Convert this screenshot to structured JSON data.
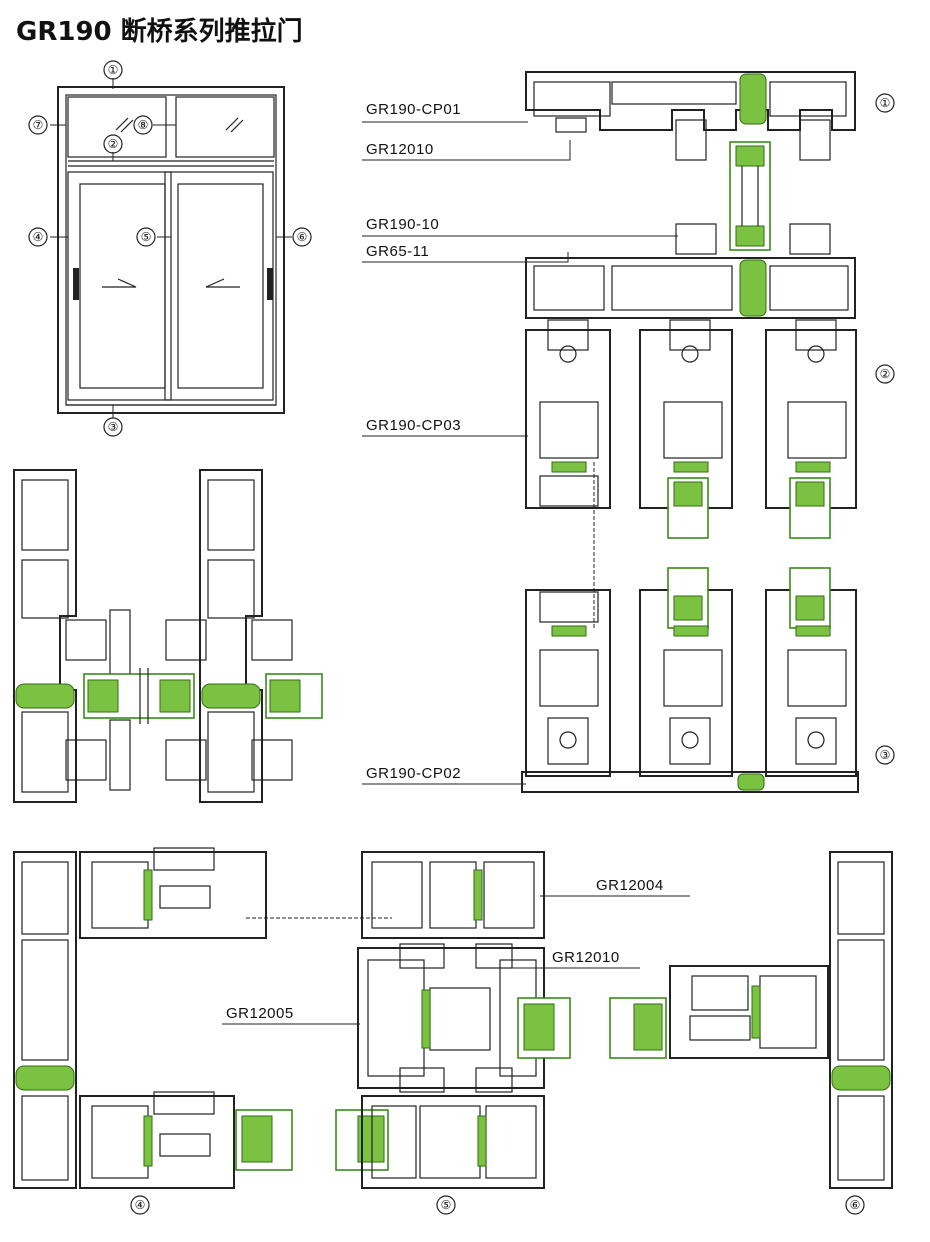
{
  "title": "GR190 断桥系列推拉门",
  "callouts": [
    "①",
    "②",
    "③",
    "④",
    "⑤",
    "⑥",
    "⑦",
    "⑧"
  ],
  "profile_labels": {
    "cp01": "GR190-CP01",
    "p12010_top": "GR12010",
    "p190_10": "GR190-10",
    "p65_11": "GR65-11",
    "cp03": "GR190-CP03",
    "cp02": "GR190-CP02",
    "p12004": "GR12004",
    "p12010_mid": "GR12010",
    "p12005": "GR12005"
  },
  "colors": {
    "line": "#222222",
    "insulation": "#7cc242",
    "glass_edge": "#3a8a1c",
    "background": "#ffffff"
  },
  "icons": [
    "glass-reflection-icon",
    "sliding-arrow-icon",
    "door-handle-icon"
  ]
}
